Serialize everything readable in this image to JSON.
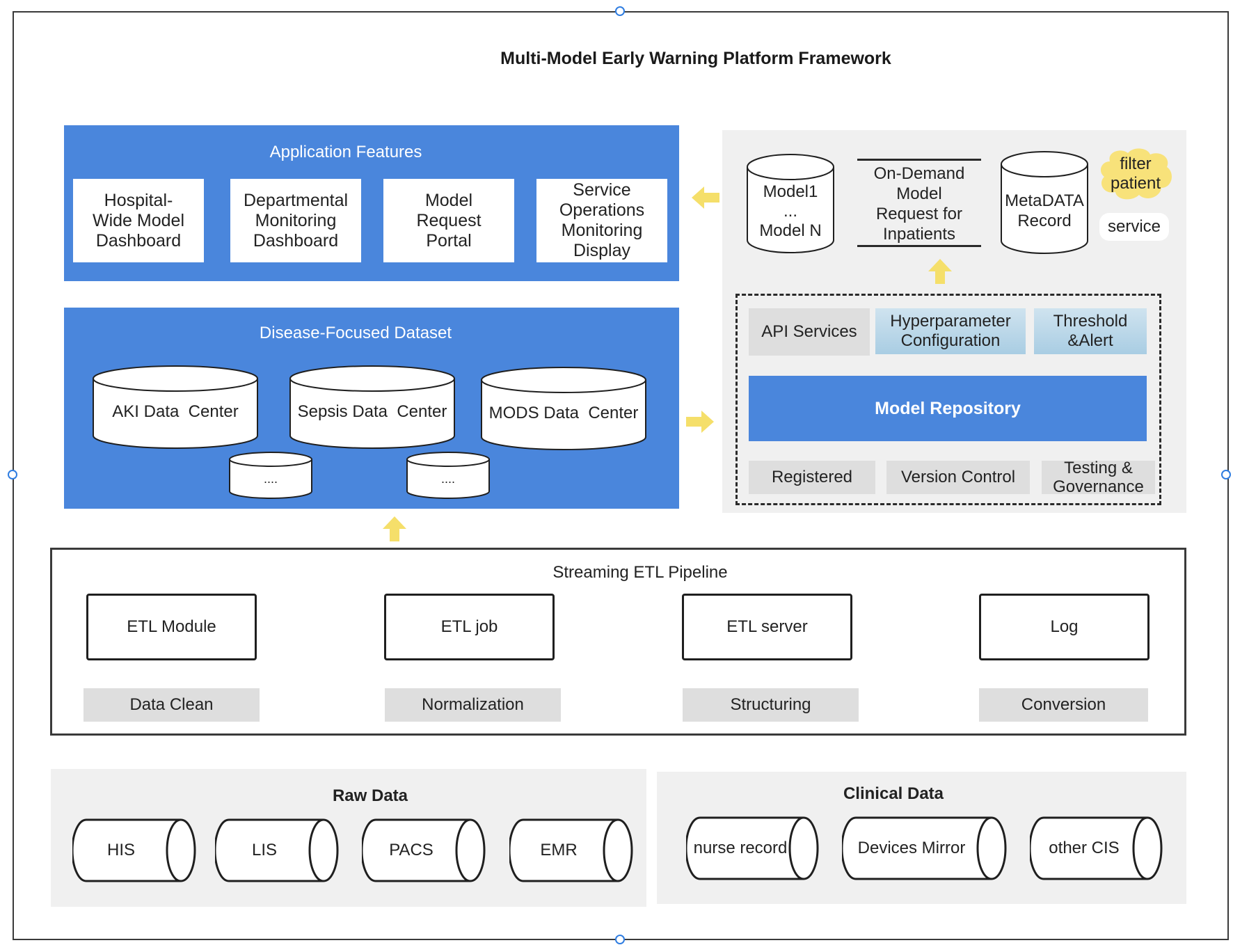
{
  "title": "Multi-Model Early Warning Platform Framework",
  "application_features": {
    "title": "Application Features",
    "cards": [
      "Hospital-\nWide Model\nDashboard",
      "Departmental\nMonitoring\nDashboard",
      "Model\nRequest\nPortal",
      "Service\nOperations\nMonitoring\nDisplay"
    ]
  },
  "disease_dataset": {
    "title": "Disease-Focused Dataset",
    "centers": [
      "AKI Data  Center",
      "Sepsis Data  Center",
      "MODS Data  Center"
    ],
    "more": [
      "....",
      "...."
    ]
  },
  "model_side": {
    "model_store": "Model1\n...\nModel N",
    "on_demand": "On-Demand\nModel\nRequest for\nInpatients",
    "metadata": "MetaDATA\nRecord",
    "filter_patient": "filter\npatient",
    "service": "service",
    "top_chips": [
      "API Services",
      "Hyperparameter\nConfiguration",
      "Threshold\n&Alert"
    ],
    "repository": "Model Repository",
    "bottom_chips": [
      "Registered",
      "Version Control",
      "Testing &\nGovernance"
    ]
  },
  "etl": {
    "title": "Streaming ETL Pipeline",
    "modules": [
      "ETL Module",
      "ETL job",
      "ETL server",
      "Log"
    ],
    "steps": [
      "Data Clean",
      "Normalization",
      "Structuring",
      "Conversion"
    ]
  },
  "raw_data": {
    "title": "Raw Data",
    "sources": [
      "HIS",
      "LIS",
      "PACS",
      "EMR"
    ]
  },
  "clinical_data": {
    "title": "Clinical Data",
    "sources": [
      "nurse record",
      "Devices Mirror",
      "other CIS"
    ]
  },
  "colors": {
    "panel_blue": "#4a86dc",
    "arrow_yellow": "#f5df6a",
    "panel_gray": "#f0f0f0",
    "chip_gray": "#dedede"
  }
}
